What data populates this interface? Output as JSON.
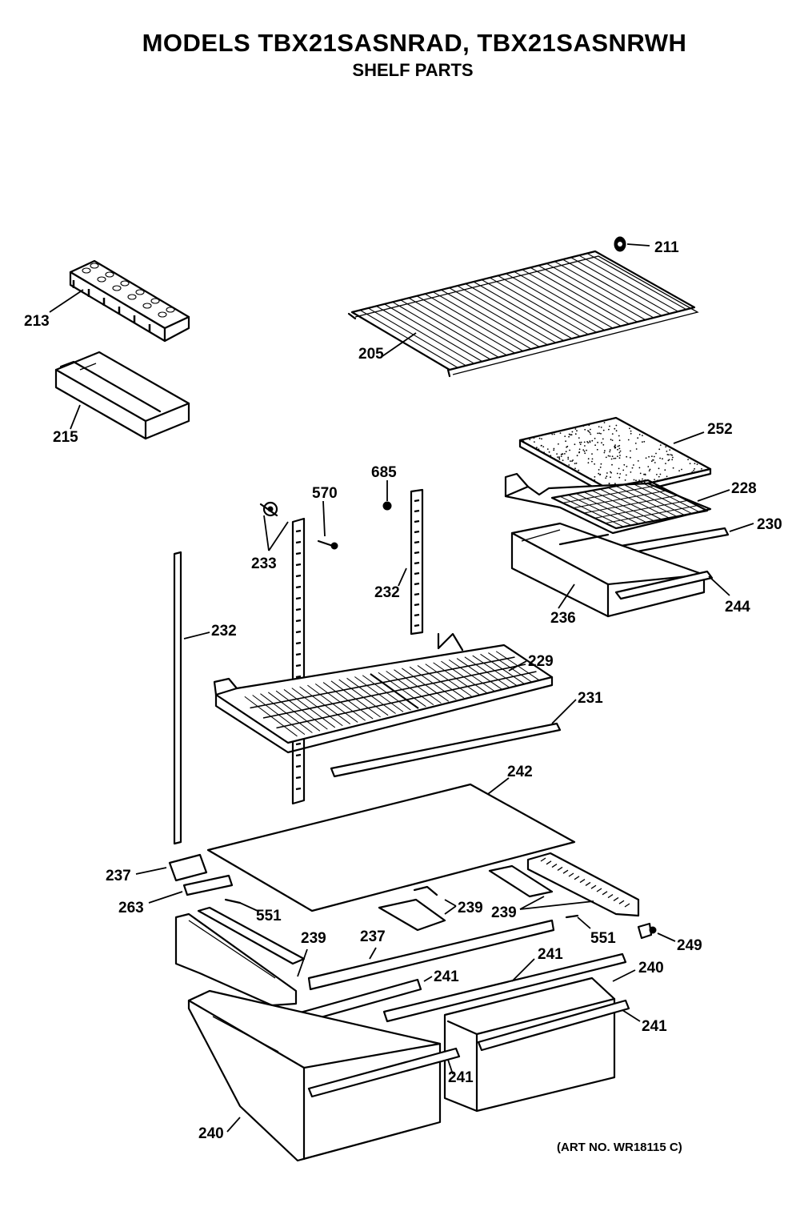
{
  "header": {
    "title": "MODELS TBX21SASNRAD, TBX21SASNRWH",
    "subtitle": "SHELF PARTS"
  },
  "parts": {
    "p211": "211",
    "p213": "213",
    "p205": "205",
    "p215": "215",
    "p252": "252",
    "p685": "685",
    "p570": "570",
    "p228": "228",
    "p230": "230",
    "p233": "233",
    "p232a": "232",
    "p236": "236",
    "p244": "244",
    "p232b": "232",
    "p229": "229",
    "p231": "231",
    "p242": "242",
    "p237a": "237",
    "p263": "263",
    "p551a": "551",
    "p239a": "239",
    "p239b": "239",
    "p551b": "551",
    "p249": "249",
    "p239c": "239",
    "p237b": "237",
    "p241a": "241",
    "p241b": "241",
    "p240a": "240",
    "p241c": "241",
    "p241d": "241",
    "p240b": "240"
  },
  "footer": {
    "art_no": "(ART NO. WR18115 C)"
  }
}
